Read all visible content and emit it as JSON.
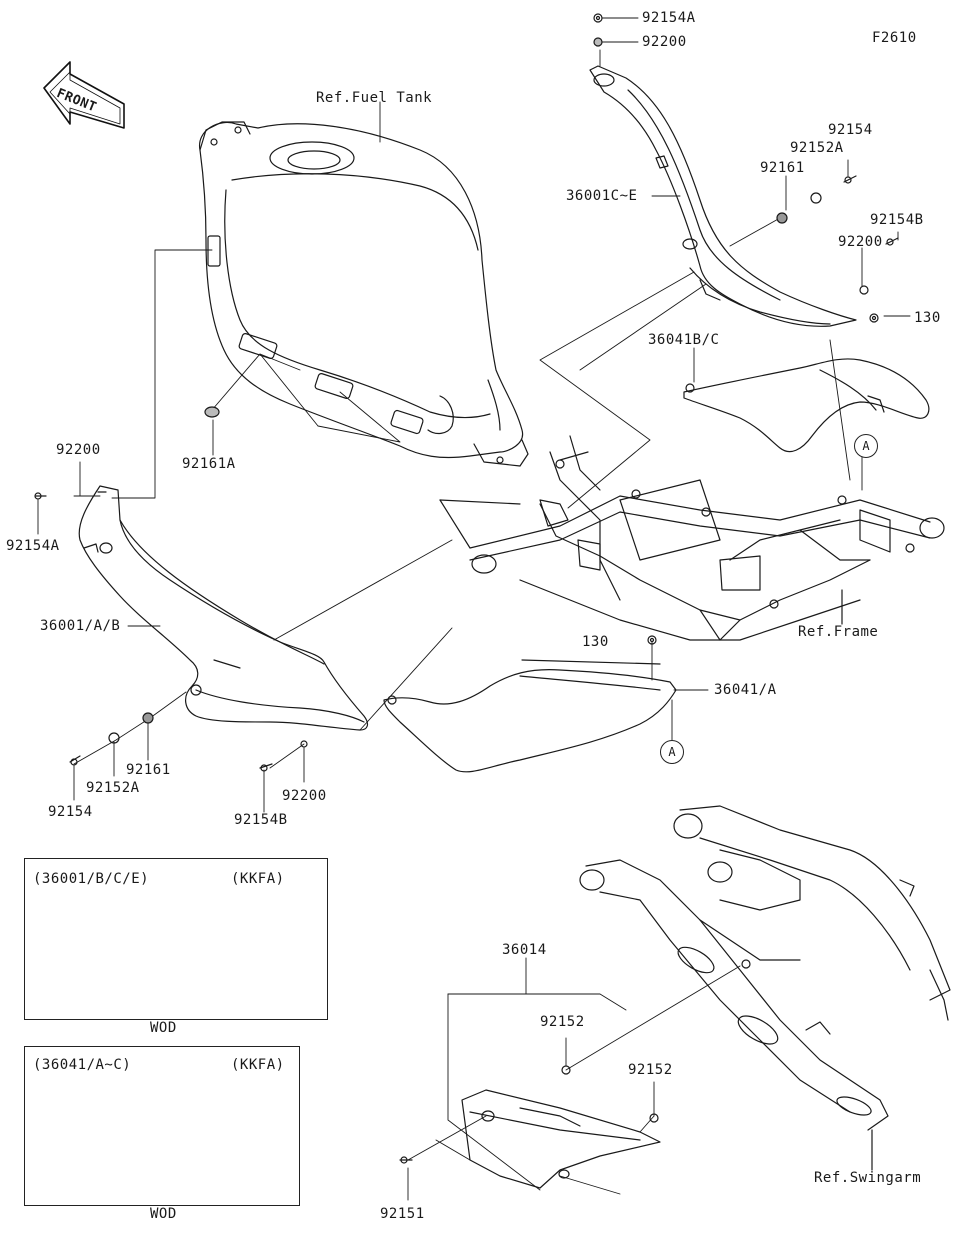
{
  "diagram": {
    "code": "F2610",
    "front_label": "FRONT",
    "refs": {
      "fuel_tank": "Ref.Fuel Tank",
      "frame": "Ref.Frame",
      "swingarm": "Ref.Swingarm"
    },
    "callout_letter": "A",
    "part_labels": {
      "p92154A_top": "92154A",
      "p92200_top": "92200",
      "p92154_right": "92154",
      "p92152A_right": "92152A",
      "p92161_right": "92161",
      "p36001CE": "36001C~E",
      "p92154B_right": "92154B",
      "p92200_right": "92200",
      "p130_right": "130",
      "p36041BC": "36041B/C",
      "p92161A": "92161A",
      "p92200_left": "92200",
      "p92154A_left": "92154A",
      "p36001AB": "36001/A/B",
      "p130_mid": "130",
      "p36041A": "36041/A",
      "p92161_left": "92161",
      "p92152A_left": "92152A",
      "p92154_left": "92154",
      "p92200_mid": "92200",
      "p92154B_left": "92154B",
      "p36014": "36014",
      "p92152_a": "92152",
      "p92152_b": "92152",
      "p92151": "92151"
    },
    "insets": [
      {
        "ref": "(36001/B/C/E)",
        "market": "(KKFA)",
        "caption": "WOD"
      },
      {
        "ref": "(36041/A~C)",
        "market": "(KKFA)",
        "caption": "WOD"
      }
    ]
  }
}
